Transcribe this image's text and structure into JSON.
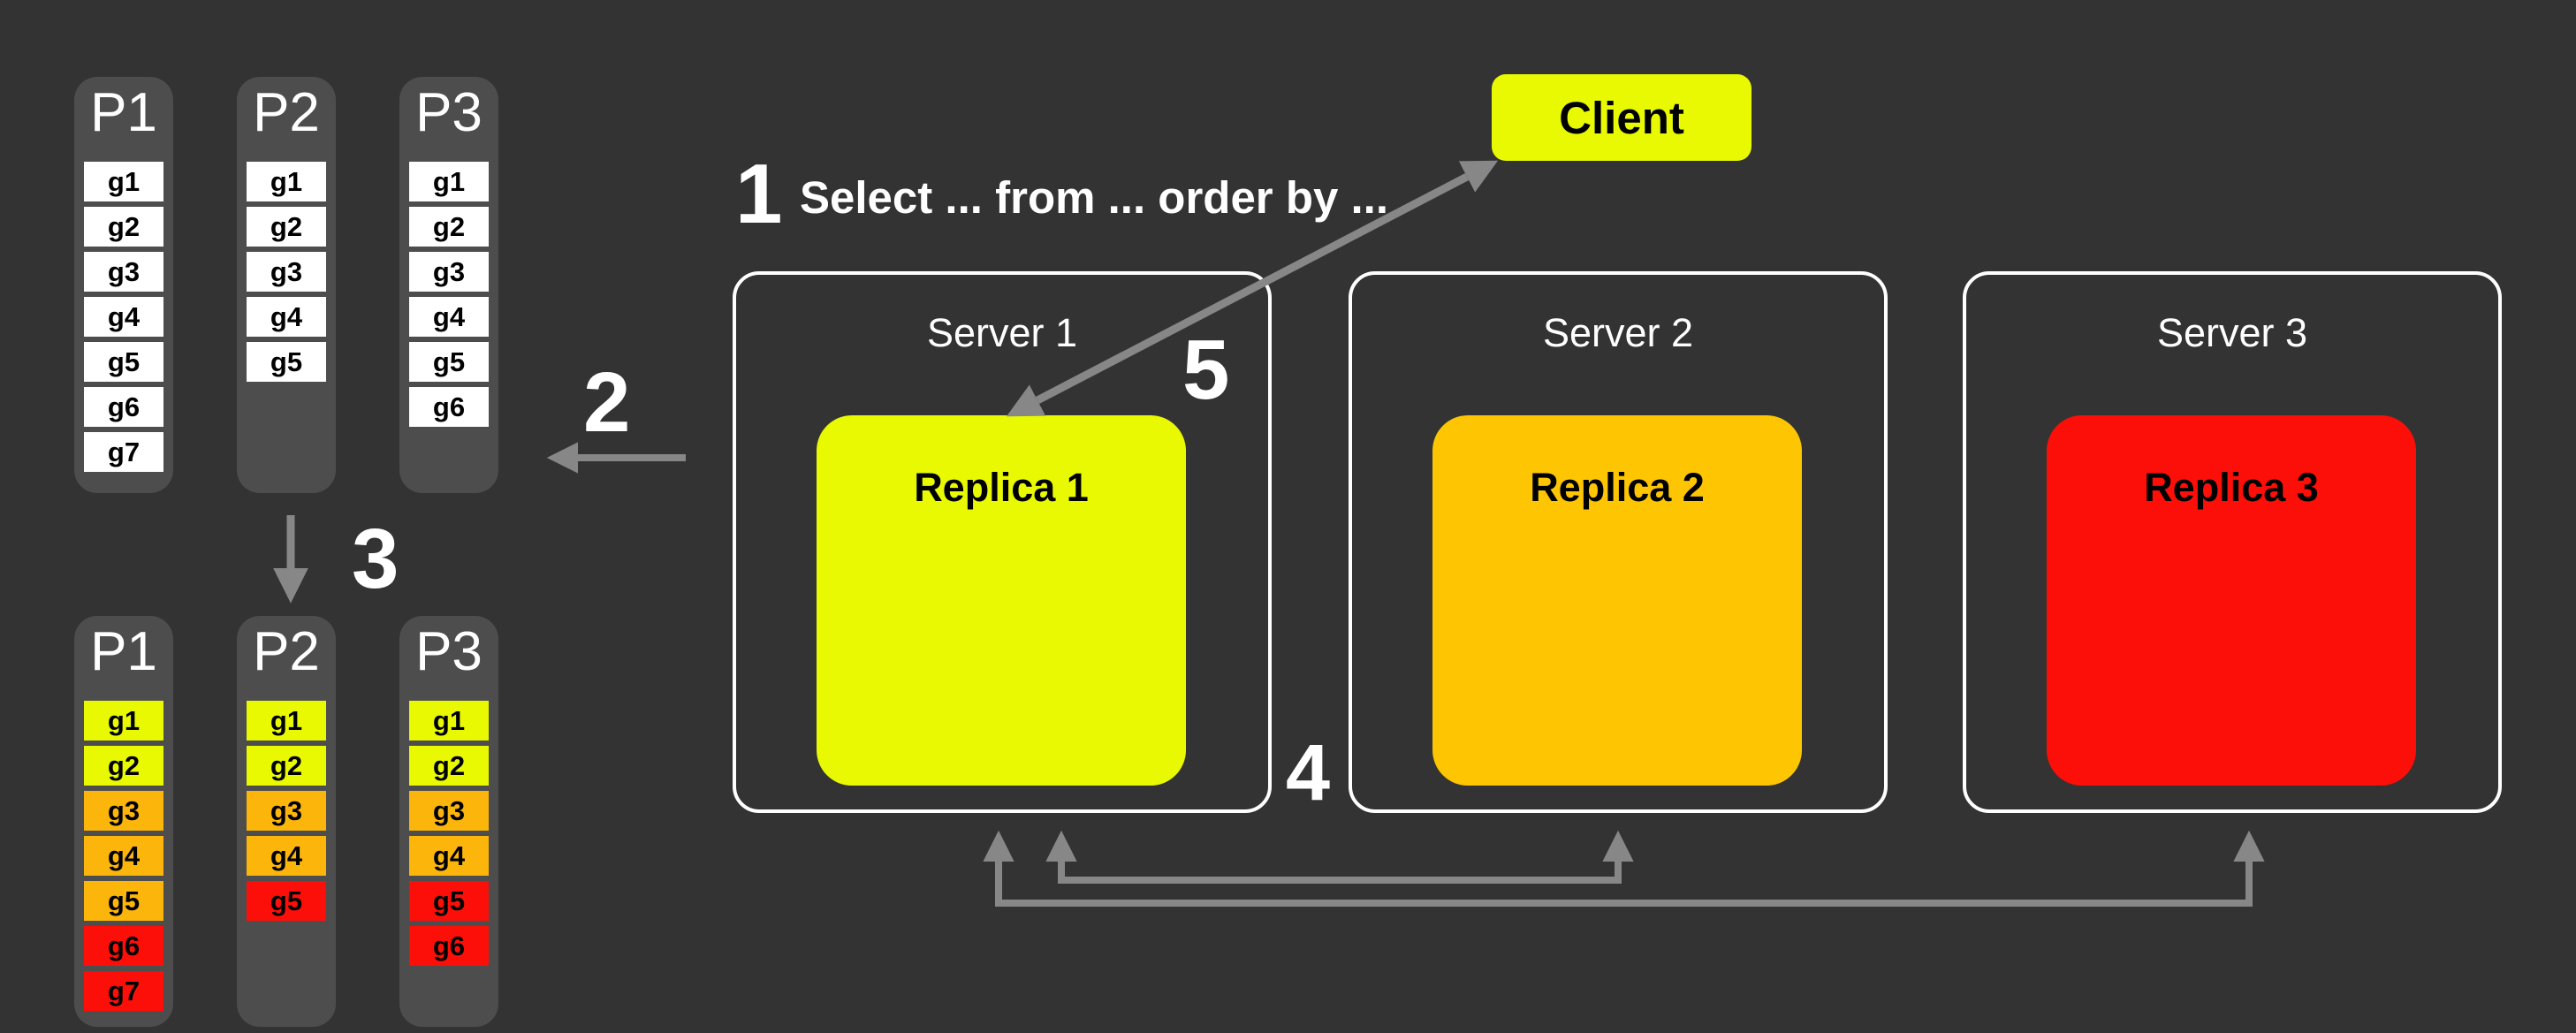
{
  "palette": {
    "bg": "#333333",
    "panel": "#4d4d4d",
    "white": "#ffffff",
    "arrow": "#878787",
    "yellow": "#e8f902",
    "orange_replica": "#fdc502",
    "orange_chip": "#fcb50b",
    "red": "#fc0f08"
  },
  "steps": {
    "one": {
      "number": "1",
      "query": "Select ... from ... order by ..."
    },
    "two": {
      "number": "2"
    },
    "three": {
      "number": "3"
    },
    "four": {
      "number": "4"
    },
    "five": {
      "number": "5"
    }
  },
  "client": {
    "label": "Client",
    "bg": "#e8f902"
  },
  "servers": [
    {
      "title": "Server 1",
      "replica": {
        "label": "Replica 1",
        "color": "#e8f902"
      }
    },
    {
      "title": "Server 2",
      "replica": {
        "label": "Replica 2",
        "color": "#fdc502"
      }
    },
    {
      "title": "Server 3",
      "replica": {
        "label": "Replica 3",
        "color": "#fc0f08"
      }
    }
  ],
  "partitions_unsorted": [
    {
      "title": "P1",
      "chips": [
        {
          "label": "g1",
          "color": "#ffffff"
        },
        {
          "label": "g2",
          "color": "#ffffff"
        },
        {
          "label": "g3",
          "color": "#ffffff"
        },
        {
          "label": "g4",
          "color": "#ffffff"
        },
        {
          "label": "g5",
          "color": "#ffffff"
        },
        {
          "label": "g6",
          "color": "#ffffff"
        },
        {
          "label": "g7",
          "color": "#ffffff"
        }
      ]
    },
    {
      "title": "P2",
      "chips": [
        {
          "label": "g1",
          "color": "#ffffff"
        },
        {
          "label": "g2",
          "color": "#ffffff"
        },
        {
          "label": "g3",
          "color": "#ffffff"
        },
        {
          "label": "g4",
          "color": "#ffffff"
        },
        {
          "label": "g5",
          "color": "#ffffff"
        }
      ]
    },
    {
      "title": "P3",
      "chips": [
        {
          "label": "g1",
          "color": "#ffffff"
        },
        {
          "label": "g2",
          "color": "#ffffff"
        },
        {
          "label": "g3",
          "color": "#ffffff"
        },
        {
          "label": "g4",
          "color": "#ffffff"
        },
        {
          "label": "g5",
          "color": "#ffffff"
        },
        {
          "label": "g6",
          "color": "#ffffff"
        }
      ]
    }
  ],
  "partitions_sorted": [
    {
      "title": "P1",
      "chips": [
        {
          "label": "g1",
          "color": "#e8f902"
        },
        {
          "label": "g2",
          "color": "#e8f902"
        },
        {
          "label": "g3",
          "color": "#fcb50b"
        },
        {
          "label": "g4",
          "color": "#fcb50b"
        },
        {
          "label": "g5",
          "color": "#fcb50b"
        },
        {
          "label": "g6",
          "color": "#fc0f08"
        },
        {
          "label": "g7",
          "color": "#fc0f08"
        }
      ]
    },
    {
      "title": "P2",
      "chips": [
        {
          "label": "g1",
          "color": "#e8f902"
        },
        {
          "label": "g2",
          "color": "#e8f902"
        },
        {
          "label": "g3",
          "color": "#fcb50b"
        },
        {
          "label": "g4",
          "color": "#fcb50b"
        },
        {
          "label": "g5",
          "color": "#fc0f08"
        }
      ]
    },
    {
      "title": "P3",
      "chips": [
        {
          "label": "g1",
          "color": "#e8f902"
        },
        {
          "label": "g2",
          "color": "#e8f902"
        },
        {
          "label": "g3",
          "color": "#fcb50b"
        },
        {
          "label": "g4",
          "color": "#fcb50b"
        },
        {
          "label": "g5",
          "color": "#fc0f08"
        },
        {
          "label": "g6",
          "color": "#fc0f08"
        }
      ]
    }
  ]
}
